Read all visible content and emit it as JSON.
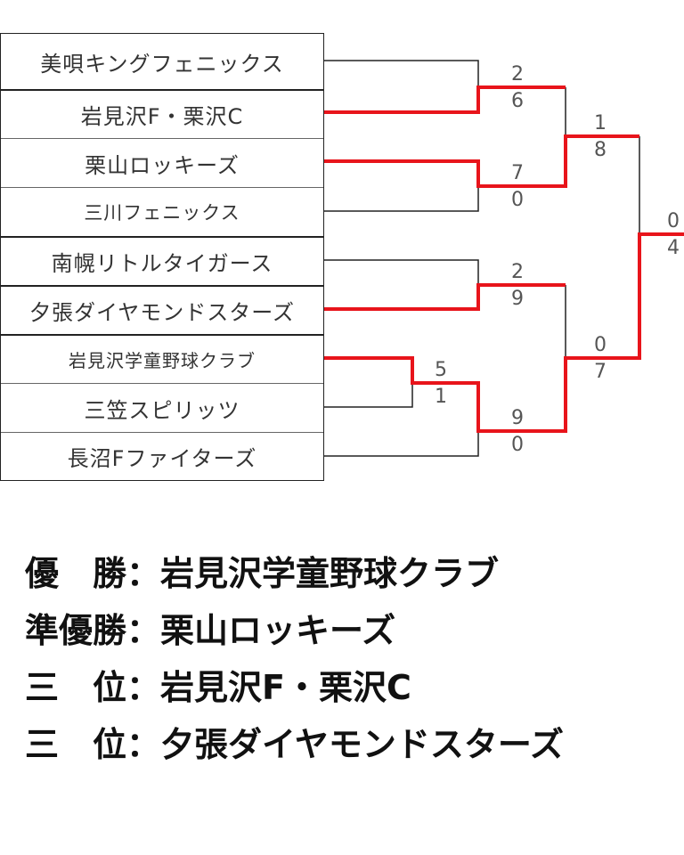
{
  "teams": [
    "美唄キングフェニックス",
    "岩見沢F・栗沢C",
    "栗山ロッキーズ",
    "三川フェニックス",
    "南幌リトルタイガース",
    "夕張ダイヤモンドスターズ",
    "岩見沢学童野球クラブ",
    "三笠スピリッツ",
    "長沼Fファイターズ"
  ],
  "bracket": {
    "line_colors": {
      "winner": "#e8141b",
      "loser": "#222222"
    },
    "scores": {
      "r1_g1_top": "2",
      "r1_g1_bottom": "6",
      "r1_g2_top": "7",
      "r1_g2_bottom": "0",
      "r1_g3_top": "2",
      "r1_g3_bottom": "9",
      "pre_top": "5",
      "pre_bottom": "1",
      "r1_g4_top": "9",
      "r1_g4_bottom": "0",
      "semi1_top": "1",
      "semi1_bottom": "8",
      "semi2_top": "0",
      "semi2_bottom": "7",
      "final_top": "0",
      "final_bottom": "4"
    }
  },
  "results": [
    {
      "label": "優　勝：",
      "team": "岩見沢学童野球クラブ"
    },
    {
      "label": "準優勝：",
      "team": "栗山ロッキーズ"
    },
    {
      "label": "三　位：",
      "team": "岩見沢F・栗沢C"
    },
    {
      "label": "三　位：",
      "team": "夕張ダイヤモンドスターズ"
    }
  ]
}
